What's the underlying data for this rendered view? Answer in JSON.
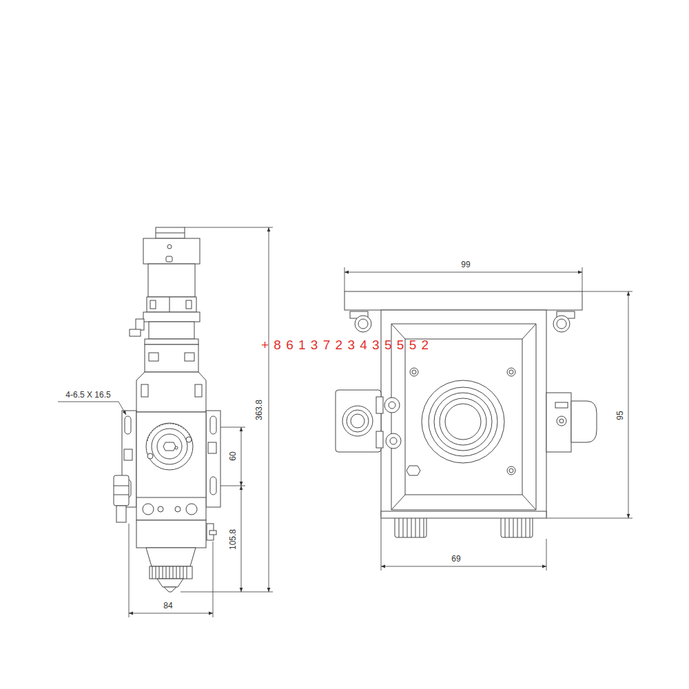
{
  "diagram": {
    "labels": [
      "4-6.5 X 16.5",
      "363.8",
      "60",
      "105.8",
      "84",
      "99",
      "95",
      "69",
      "+ 8 6 1 3 7 2 3 4 3 5 5 5 2"
    ]
  }
}
